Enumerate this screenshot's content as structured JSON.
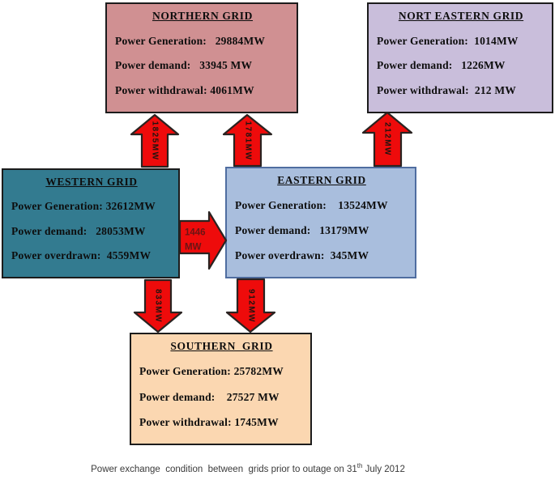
{
  "grids": {
    "northern": {
      "title": "NORTHERN GRID",
      "lines": [
        "Power Generation:   29884MW",
        "Power demand:   33945 MW",
        "Power withdrawal: 4061MW"
      ],
      "fill_color": "#d09092"
    },
    "north_eastern": {
      "title": "NORT EASTERN GRID",
      "lines": [
        "Power Generation:  1014MW",
        "Power demand:   1226MW",
        "Power withdrawal:  212 MW"
      ],
      "fill_color": "#c9bedb"
    },
    "western": {
      "title": "WESTERN GRID",
      "lines": [
        "Power Generation: 32612MW",
        "Power demand:   28053MW",
        "Power overdrawn:  4559MW"
      ],
      "fill_color": "#337b90"
    },
    "eastern": {
      "title": "EASTERN GRID",
      "lines": [
        "Power Generation:    13524MW",
        "Power demand:   13179MW",
        "Power overdrawn:  345MW"
      ],
      "fill_color": "#a9bedd"
    },
    "southern": {
      "title": "SOUTHERN  GRID",
      "lines": [
        "Power Generation: 25782MW",
        "Power demand:    27527 MW",
        "Power withdrawal: 1745MW"
      ],
      "fill_color": "#fbd7b1"
    }
  },
  "arrows": {
    "western_to_northern": {
      "label": "1825MW",
      "direction": "up"
    },
    "eastern_to_northern": {
      "label": "1781MW",
      "direction": "up"
    },
    "eastern_to_north_eastern": {
      "label": "212MW",
      "direction": "up"
    },
    "western_to_eastern": {
      "label_line1": "1446",
      "label_line2": "MW",
      "direction": "right"
    },
    "western_to_southern": {
      "label": "833MW",
      "direction": "down"
    },
    "eastern_to_southern": {
      "label": "912MW",
      "direction": "down"
    }
  },
  "caption": {
    "prefix": "Power exchange  condition  between  grids prior to outage on 31",
    "superscript": "th",
    "suffix": " July 2012"
  },
  "colors": {
    "arrow_fill": "#ee0b0b",
    "arrow_outline": "#2a2321",
    "box_border": "#1c1c1c",
    "eastern_box_border": "#4f6da0",
    "background": "#ffffff"
  }
}
